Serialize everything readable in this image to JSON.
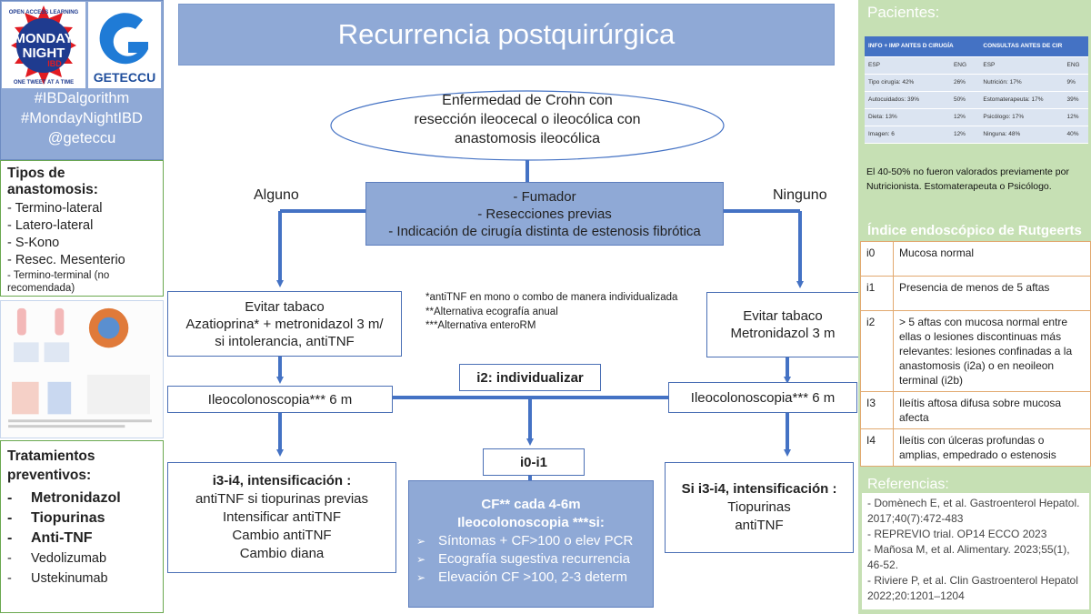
{
  "left": {
    "logo1_top": "OPEN ACCESS LEARNING",
    "logo1_main1": "MONDAY",
    "logo1_main2": "NIGHT",
    "logo1_ibd": "IBD",
    "logo1_sub": "ONE TWEET AT A TIME",
    "logo2_letter": "G",
    "logo2_name": "GETECCU",
    "hashtag1": "#IBDalgorithm",
    "hashtag2": "#MondayNightIBD",
    "handle": "@geteccu",
    "anastomosis_title": "Tipos de anastomosis:",
    "anastomosis": [
      "- Termino-lateral",
      "- Latero-lateral",
      "- S-Kono",
      "- Resec. Mesenterio",
      "- Termino-terminal (no recomendada)"
    ],
    "treatments_title": "Tratamientos preventivos:",
    "treatments": [
      "Metronidazol",
      "Tiopurinas",
      "Anti-TNF",
      "Vedolizumab",
      "Ustekinumab"
    ]
  },
  "title": "Recurrencia postquirúrgica",
  "flow": {
    "ellipse": [
      "Enfermedad de Crohn con",
      "resección ileocecal o ileocólica con",
      "anastomosis ileocólica"
    ],
    "risk": [
      "- Fumador",
      "- Resecciones previas",
      "- Indicación de cirugía distinta de estenosis fibrótica"
    ],
    "alguno": "Alguno",
    "ninguno": "Ninguno",
    "left_treat": [
      "Evitar tabaco",
      "Azatioprina* + metronidazol 3 m/",
      "si intolerancia, antiTNF"
    ],
    "right_treat": [
      "Evitar tabaco",
      "Metronidazol 3 m"
    ],
    "notes": [
      "*antiTNF en mono o combo de manera individualizada",
      "**Alternativa ecografía anual",
      "***Alternativa enteroRM"
    ],
    "left_ileo": "Ileocolonoscopia*** 6 m",
    "right_ileo": "Ileocolonoscopia*** 6 m",
    "i2": "i2: individualizar",
    "i0i1": "i0-i1",
    "left_intens_title": "i3-i4, intensificación :",
    "left_intens": [
      "antiTNF si tiopurinas previas",
      "Intensificar antiTNF",
      "Cambio antiTNF",
      "Cambio diana"
    ],
    "right_intens_title": "Si i3-i4, intensificación :",
    "right_intens": [
      "Tiopurinas",
      "antiTNF"
    ],
    "cf_head1": "CF** cada 4-6m",
    "cf_head2": "Ileocolonoscopia ***si:",
    "cf_items": [
      "Síntomas + CF>100 o elev PCR",
      "Ecografía sugestiva recurrencia",
      "Elevación CF >100, 2-3 determ"
    ]
  },
  "pacientes": {
    "title": "Pacientes:",
    "header": [
      "INFO + IMP ANTES D CIRUGÍA",
      "",
      "CONSULTAS ANTES DE CIR",
      ""
    ],
    "subheader": [
      "ESP",
      "ENG",
      "ESP",
      "ENG"
    ],
    "rows": [
      [
        "Tipo cirugía: 42%",
        "26%",
        "Nutrición: 17%",
        "9%"
      ],
      [
        "Autocuidados: 39%",
        "50%",
        "Estomaterapeuta: 17%",
        "39%"
      ],
      [
        "Dieta: 13%",
        "12%",
        "Psicólogo: 17%",
        "12%"
      ],
      [
        "Imagen: 6",
        "12%",
        "Ninguna: 48%",
        "40%"
      ]
    ],
    "note": "El 40-50% no fueron valorados previamente por Nutricionista. Estomaterapeuta o Psicólogo."
  },
  "rutgeerts": {
    "title": "Índice endoscópico de Rutgeerts",
    "rows": [
      [
        "i0",
        "Mucosa normal"
      ],
      [
        "i1",
        "Presencia de menos de 5 aftas"
      ],
      [
        "i2",
        "> 5 aftas con mucosa normal entre ellas o lesiones discontinuas más relevantes: lesiones confinadas a la anastomosis (i2a) o en neoileon terminal (i2b)"
      ],
      [
        "I3",
        "Ileítis aftosa difusa sobre mucosa afecta"
      ],
      [
        "I4",
        "Ileítis con úlceras profundas o amplias, empedrado o estenosis"
      ]
    ]
  },
  "referencias": {
    "title": "Referencias:",
    "items": [
      "- Domènech E, et al. Gastroenterol Hepatol. 2017;40(7):472-483",
      "- REPREVIO trial. OP14 ECCO 2023",
      "- Mañosa M, et al. Alimentary. 2023;55(1), 46-52.",
      "- Riviere P, et al. Clin Gastroenterol Hepatol 2022;20:1201–1204"
    ]
  },
  "colors": {
    "panel_blue": "#8fa9d6",
    "arrow_blue": "#4472c4",
    "panel_green": "#c6e0b4",
    "table_header": "#4472c4"
  }
}
